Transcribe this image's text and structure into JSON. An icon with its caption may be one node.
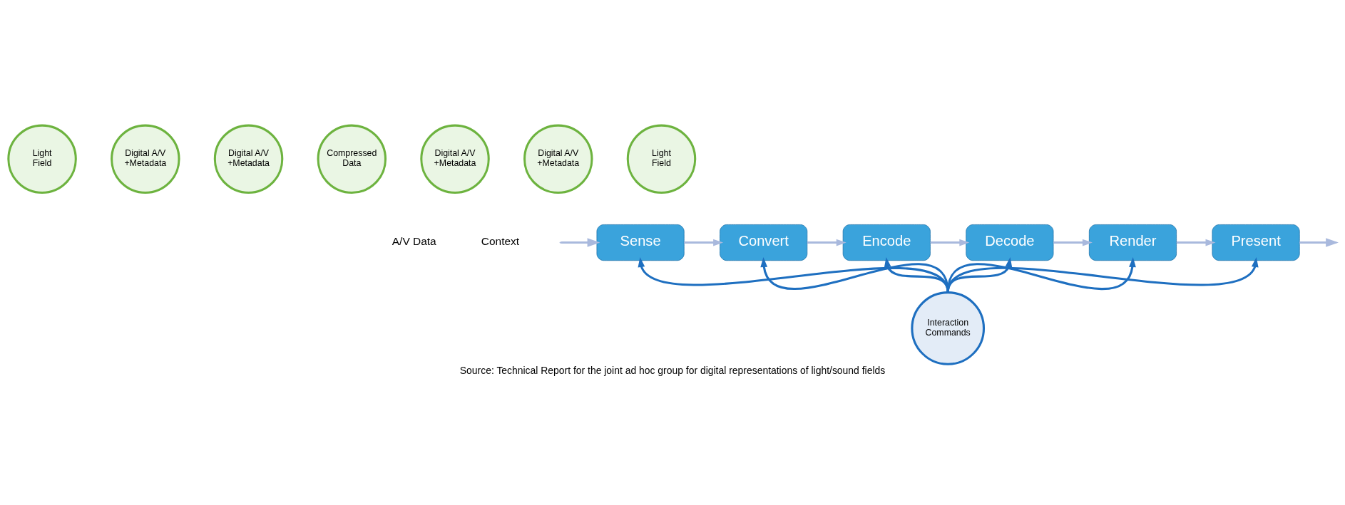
{
  "diagram": {
    "caption": "Source: Technical Report for the joint ad hoc group for digital representations of light/sound fields",
    "nodes": [
      {
        "text": [
          "Light Field"
        ]
      },
      {
        "text": [
          "Digital A/V +Metadata"
        ]
      },
      {
        "text": [
          "Digital A/V +Metadata"
        ]
      },
      {
        "text": [
          "Compressed Data"
        ]
      },
      {
        "text": [
          "Digital A/V +Metadata"
        ]
      },
      {
        "text": [
          "Digital A/V +Metadata"
        ]
      },
      {
        "text": [
          "Light Field"
        ]
      },
      {
        "text": [
          "Sense"
        ]
      },
      {
        "text": [
          "Convert"
        ]
      },
      {
        "text": [
          "Encode"
        ]
      },
      {
        "text": [
          "Decode"
        ]
      },
      {
        "text": [
          "Render"
        ]
      },
      {
        "text": [
          "Present"
        ]
      },
      {
        "text": [
          "Interaction Commands"
        ]
      }
    ],
    "edges": [
      {
        "from": null,
        "to": 7,
        "arrow": "to",
        "color": "#a9b9dd"
      },
      {
        "from": 7,
        "to": 8,
        "arrow": "to",
        "color": "#a9b9dd"
      },
      {
        "from": 8,
        "to": 9,
        "arrow": "to",
        "color": "#a9b9dd"
      },
      {
        "from": 9,
        "to": 10,
        "arrow": "to",
        "color": "#a9b9dd"
      },
      {
        "from": 10,
        "to": 11,
        "arrow": "to",
        "color": "#a9b9dd"
      },
      {
        "from": 11,
        "to": 12,
        "arrow": "to",
        "color": "#a9b9dd"
      },
      {
        "from": 12,
        "to": null,
        "arrow": "to",
        "color": "#a9b9dd"
      },
      {
        "from": 13,
        "to": 7,
        "arrow": "to",
        "color": "#1e6fc0"
      },
      {
        "from": 13,
        "to": 8,
        "arrow": "to",
        "color": "#1e6fc0"
      },
      {
        "from": 13,
        "to": 9,
        "arrow": "to",
        "color": "#1e6fc0"
      },
      {
        "from": 13,
        "to": 10,
        "arrow": "to",
        "color": "#1e6fc0"
      },
      {
        "from": 13,
        "to": 11,
        "arrow": "to",
        "color": "#1e6fc0"
      },
      {
        "from": 13,
        "to": 12,
        "arrow": "to",
        "color": "#1e6fc0"
      }
    ],
    "labels": [
      "A/V Data",
      "Context"
    ]
  }
}
